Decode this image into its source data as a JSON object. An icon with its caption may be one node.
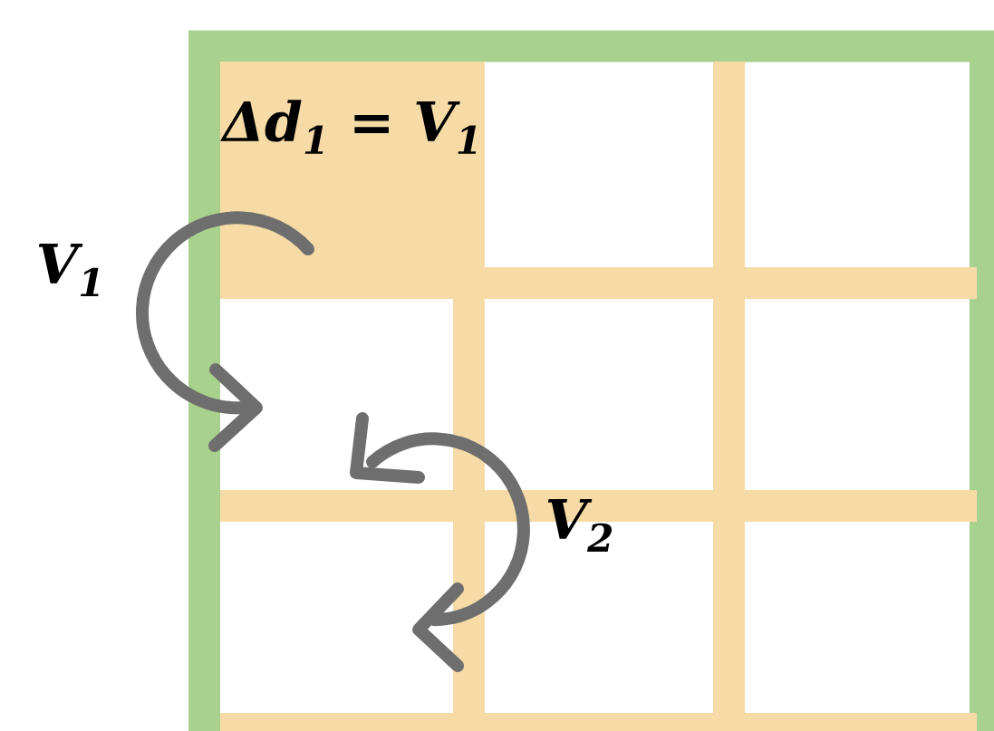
{
  "diagram": {
    "nodes": [
      {
        "text": [],
        "shape": "box"
      },
      {
        "text": [
          "Δd$_{1}$ = V$_{1}$"
        ],
        "in": 0
      }
    ],
    "labels": [
      "V$_{1}$",
      "V$_{2}$"
    ]
  }
}
